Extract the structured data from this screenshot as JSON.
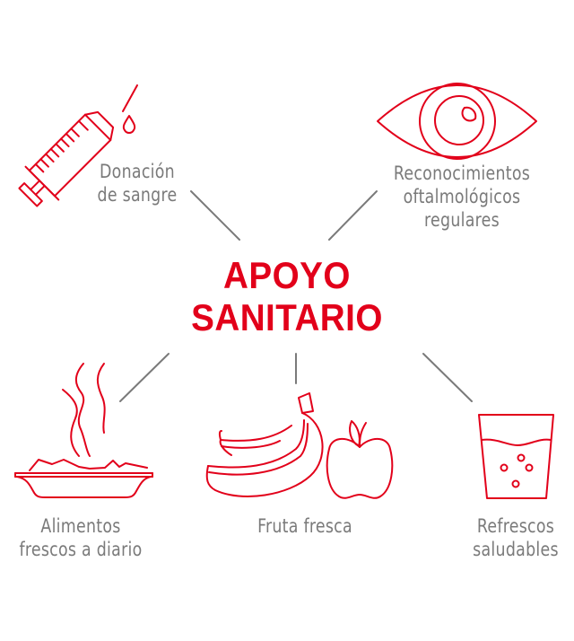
{
  "title": {
    "line1": "APOYO",
    "line2": "SANITARIO"
  },
  "colors": {
    "accent": "#e2001a",
    "label": "#7a7a7a",
    "connector": "#7a7a7a",
    "background": "#ffffff"
  },
  "items": [
    {
      "id": "blood",
      "icon": "syringe-icon",
      "line1": "Donación",
      "line2": "de sangre"
    },
    {
      "id": "eye",
      "icon": "eye-icon",
      "line1": "Reconocimientos",
      "line2": "oftalmológicos",
      "line3": "regulares"
    },
    {
      "id": "food",
      "icon": "steaming-dish-icon",
      "line1": "Alimentos",
      "line2": "frescos a diario"
    },
    {
      "id": "fruit",
      "icon": "banana-apple-icon",
      "line1": "Fruta fresca"
    },
    {
      "id": "drinks",
      "icon": "glass-soda-icon",
      "line1": "Refrescos",
      "line2": "saludables"
    }
  ]
}
